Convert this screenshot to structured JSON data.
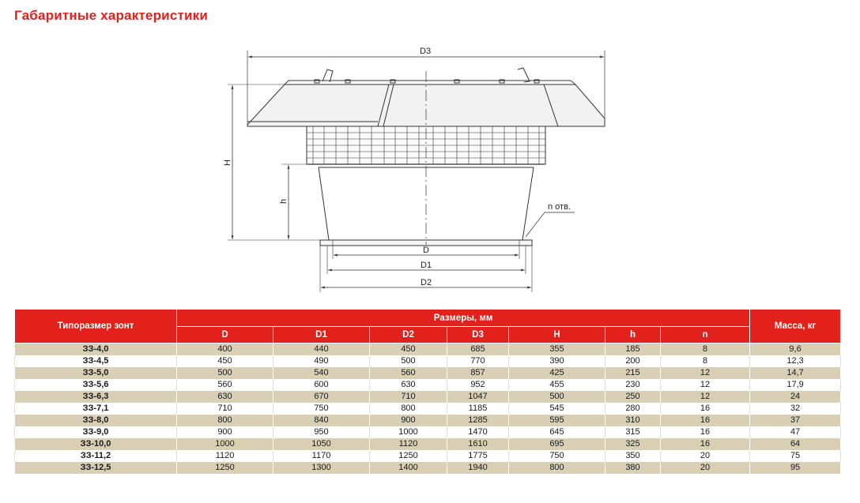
{
  "section_title": "Габаритные характеристики",
  "drawing": {
    "labels": {
      "d3": "D3",
      "h_total": "H",
      "h_low": "h",
      "holes": "n отв.",
      "d": "D",
      "d1": "D1",
      "d2": "D2"
    },
    "line_color": "#333333"
  },
  "table": {
    "header_color": "#e2211c",
    "stripe_color": "#d8cfb5",
    "col_model": "Типоразмер зонт",
    "col_group": "Размеры, мм",
    "col_mass": "Масса, кг",
    "dim_cols": [
      "D",
      "D1",
      "D2",
      "D3",
      "H",
      "h",
      "n"
    ],
    "rows": [
      {
        "model": "ЗЗ-4,0",
        "d": "400",
        "d1": "440",
        "d2": "450",
        "d3": "685",
        "h_total": "355",
        "h": "185",
        "n": "8",
        "mass": "9,6"
      },
      {
        "model": "ЗЗ-4,5",
        "d": "450",
        "d1": "490",
        "d2": "500",
        "d3": "770",
        "h_total": "390",
        "h": "200",
        "n": "8",
        "mass": "12,3"
      },
      {
        "model": "ЗЗ-5,0",
        "d": "500",
        "d1": "540",
        "d2": "560",
        "d3": "857",
        "h_total": "425",
        "h": "215",
        "n": "12",
        "mass": "14,7"
      },
      {
        "model": "ЗЗ-5,6",
        "d": "560",
        "d1": "600",
        "d2": "630",
        "d3": "952",
        "h_total": "455",
        "h": "230",
        "n": "12",
        "mass": "17,9"
      },
      {
        "model": "ЗЗ-6,3",
        "d": "630",
        "d1": "670",
        "d2": "710",
        "d3": "1047",
        "h_total": "500",
        "h": "250",
        "n": "12",
        "mass": "24"
      },
      {
        "model": "ЗЗ-7,1",
        "d": "710",
        "d1": "750",
        "d2": "800",
        "d3": "1185",
        "h_total": "545",
        "h": "280",
        "n": "16",
        "mass": "32"
      },
      {
        "model": "ЗЗ-8,0",
        "d": "800",
        "d1": "840",
        "d2": "900",
        "d3": "1285",
        "h_total": "595",
        "h": "310",
        "n": "16",
        "mass": "37"
      },
      {
        "model": "ЗЗ-9,0",
        "d": "900",
        "d1": "950",
        "d2": "1000",
        "d3": "1470",
        "h_total": "645",
        "h": "315",
        "n": "16",
        "mass": "47"
      },
      {
        "model": "ЗЗ-10,0",
        "d": "1000",
        "d1": "1050",
        "d2": "1120",
        "d3": "1610",
        "h_total": "695",
        "h": "325",
        "n": "16",
        "mass": "64"
      },
      {
        "model": "ЗЗ-11,2",
        "d": "1120",
        "d1": "1170",
        "d2": "1250",
        "d3": "1775",
        "h_total": "750",
        "h": "350",
        "n": "20",
        "mass": "75"
      },
      {
        "model": "ЗЗ-12,5",
        "d": "1250",
        "d1": "1300",
        "d2": "1400",
        "d3": "1940",
        "h_total": "800",
        "h": "380",
        "n": "20",
        "mass": "95"
      }
    ]
  }
}
